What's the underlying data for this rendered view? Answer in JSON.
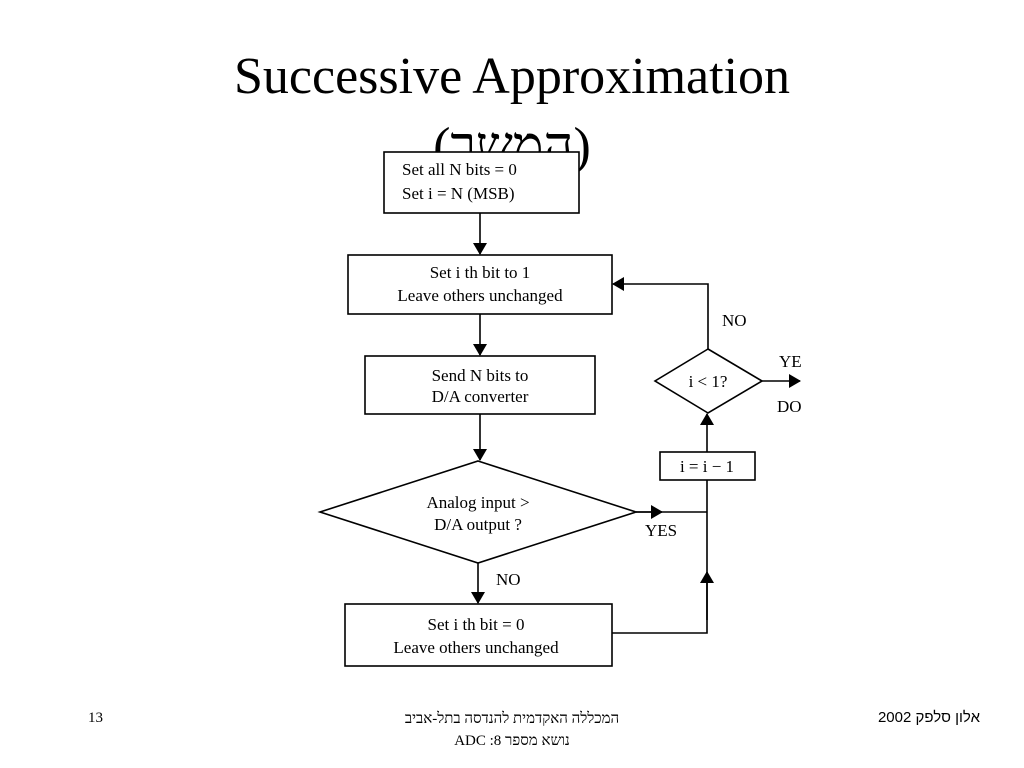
{
  "slide": {
    "title": "Successive Approximation",
    "subtitle": "(המשך)",
    "number": "13",
    "footer_center_line1": "המכללה האקדמית להנדסה בתל-אביב",
    "footer_center_line2": "נושא מספר 8: ADC",
    "footer_right": "אלון סלפק 2002"
  },
  "flowchart": {
    "init": [
      "Set all N bits = 0",
      "Set i = N (MSB)"
    ],
    "set_bit": [
      "Set i th bit to 1",
      "Leave others unchanged"
    ],
    "send": [
      "Send N bits to",
      "D/A converter"
    ],
    "compare": [
      "Analog input >",
      "D/A output ?"
    ],
    "clear_bit": [
      "Set i th bit = 0",
      "Leave others unchanged"
    ],
    "decrement": "i = i − 1",
    "check": "i < 1?",
    "label_yes_compare": "YES",
    "label_no_compare": "NO",
    "label_no_check": "NO",
    "label_yes_check": "YE",
    "label_done": "DO"
  }
}
